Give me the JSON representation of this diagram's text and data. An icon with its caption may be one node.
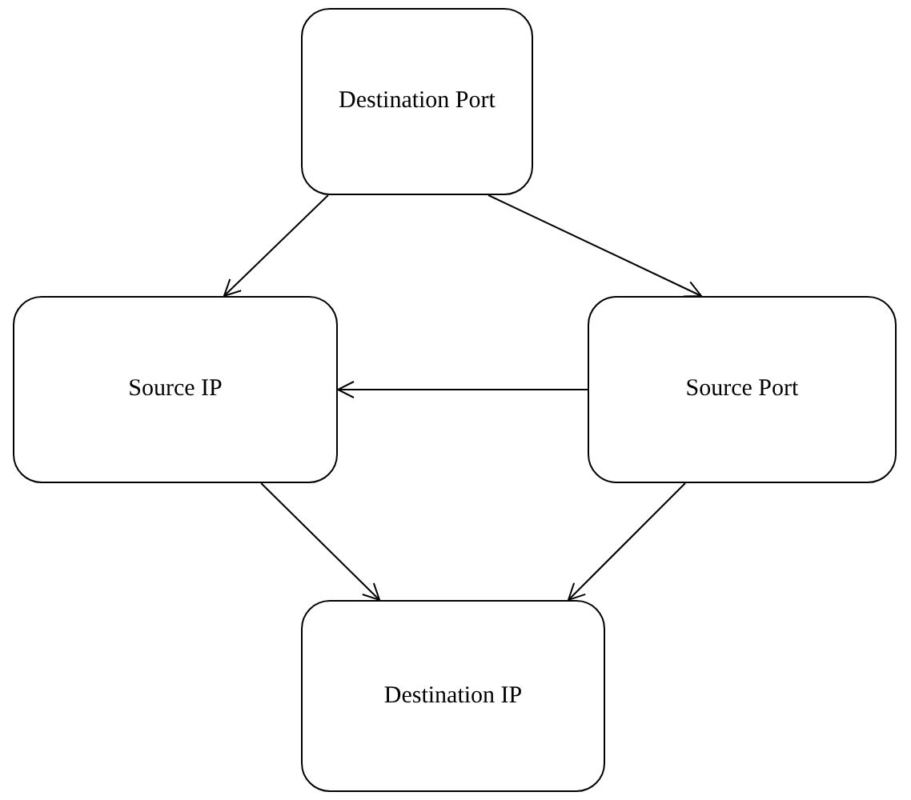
{
  "diagram": {
    "nodes": [
      {
        "text": [
          "Destination Port"
        ]
      },
      {
        "text": [
          "Source IP"
        ]
      },
      {
        "text": [
          "Source Port"
        ]
      },
      {
        "text": [
          "Destination IP"
        ]
      }
    ],
    "edges": [
      {
        "from": 0,
        "to": 1,
        "arrow": "to"
      },
      {
        "from": 0,
        "to": 2,
        "arrow": "to"
      },
      {
        "from": 2,
        "to": 1,
        "arrow": "to"
      },
      {
        "from": 1,
        "to": 3,
        "arrow": "to"
      },
      {
        "from": 2,
        "to": 3,
        "arrow": "to"
      }
    ]
  }
}
